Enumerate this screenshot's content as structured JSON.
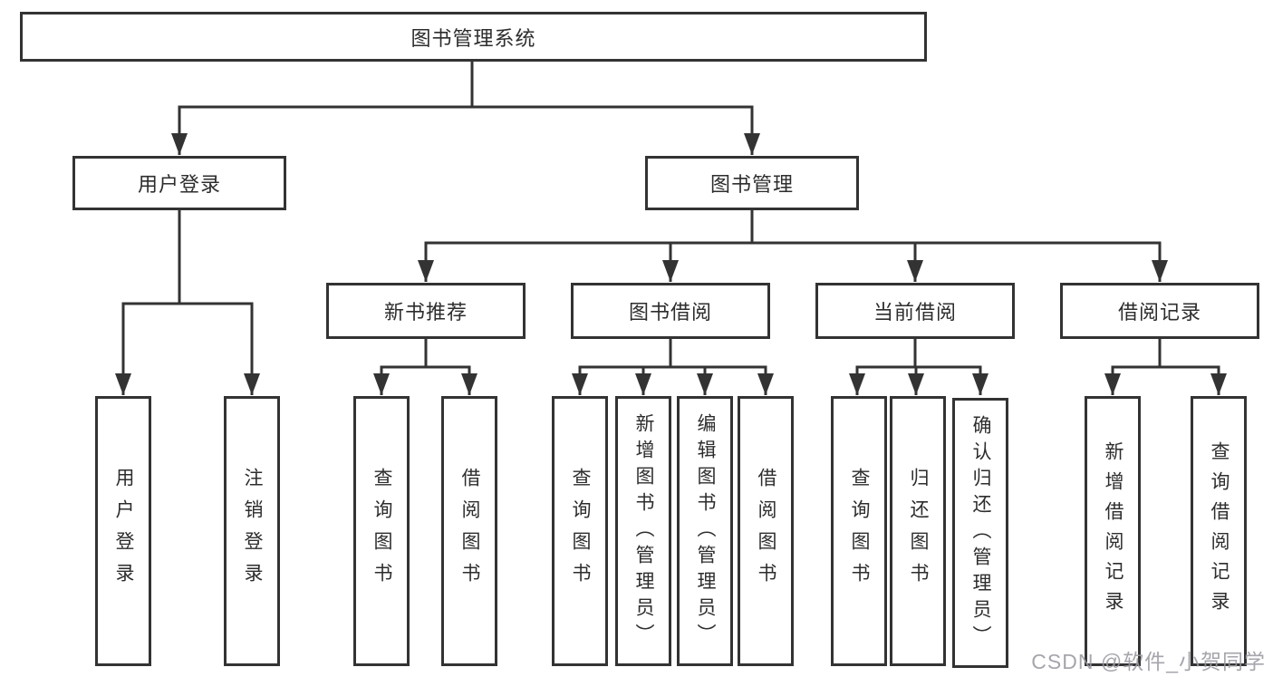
{
  "colors": {
    "line": "#333333",
    "box_border": "#333333",
    "text": "#2d2d2d",
    "background": "#ffffff",
    "watermark": "#9898a0"
  },
  "tree": {
    "root": {
      "label": "图书管理系统"
    },
    "children": [
      {
        "label": "用户登录",
        "children": [
          {
            "label": "用户登录"
          },
          {
            "label": "注销登录"
          }
        ]
      },
      {
        "label": "图书管理",
        "children": [
          {
            "label": "新书推荐",
            "children": [
              {
                "label": "查询图书"
              },
              {
                "label": "借阅图书"
              }
            ]
          },
          {
            "label": "图书借阅",
            "children": [
              {
                "label": "查询图书"
              },
              {
                "label": "新增图书（管理员）"
              },
              {
                "label": "编辑图书（管理员）"
              },
              {
                "label": "借阅图书"
              }
            ]
          },
          {
            "label": "当前借阅",
            "children": [
              {
                "label": "查询图书"
              },
              {
                "label": "归还图书"
              },
              {
                "label": "确认归还（管理员）"
              }
            ]
          },
          {
            "label": "借阅记录",
            "children": [
              {
                "label": "新增借阅记录"
              },
              {
                "label": "查询借阅记录"
              }
            ]
          }
        ]
      }
    ]
  },
  "watermark": {
    "text": "CSDN @软件_小贺同学"
  }
}
